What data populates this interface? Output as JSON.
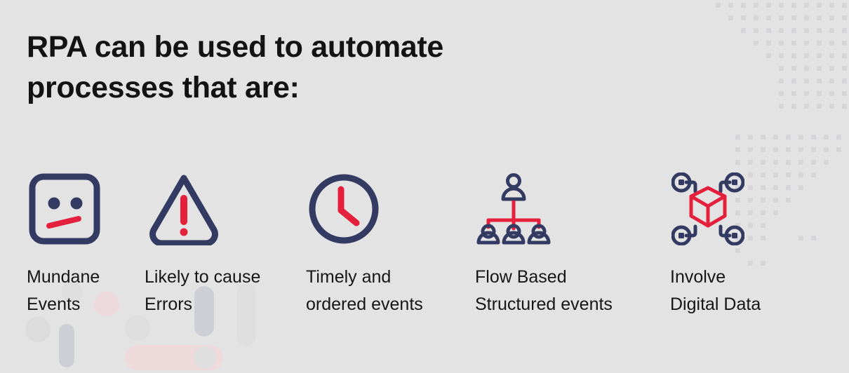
{
  "page": {
    "background_color": "#e3e3e3",
    "navy": "#343b63",
    "red": "#e4203c",
    "text_color": "#131313",
    "dot_color": "#d6d6d8"
  },
  "heading": {
    "line1": "RPA can be used to automate",
    "line2": "processes that are:"
  },
  "cards": [
    {
      "icon": "bored-face-icon",
      "label": "Mundane\nEvents"
    },
    {
      "icon": "warning-triangle-icon",
      "label": "Likely to cause\nErrors"
    },
    {
      "icon": "clock-icon",
      "label": "Timely and\nordered events"
    },
    {
      "icon": "org-chart-icon",
      "label": "Flow Based\nStructured events"
    },
    {
      "icon": "digital-data-network-icon",
      "label": "Involve\nDigital Data"
    }
  ],
  "decorations": {
    "dot_grid_top_right": "dot-grid-pattern",
    "dot_grid_mid_right": "dot-grid-pattern",
    "blobs_bottom_left": "rounded-pill-shapes"
  }
}
